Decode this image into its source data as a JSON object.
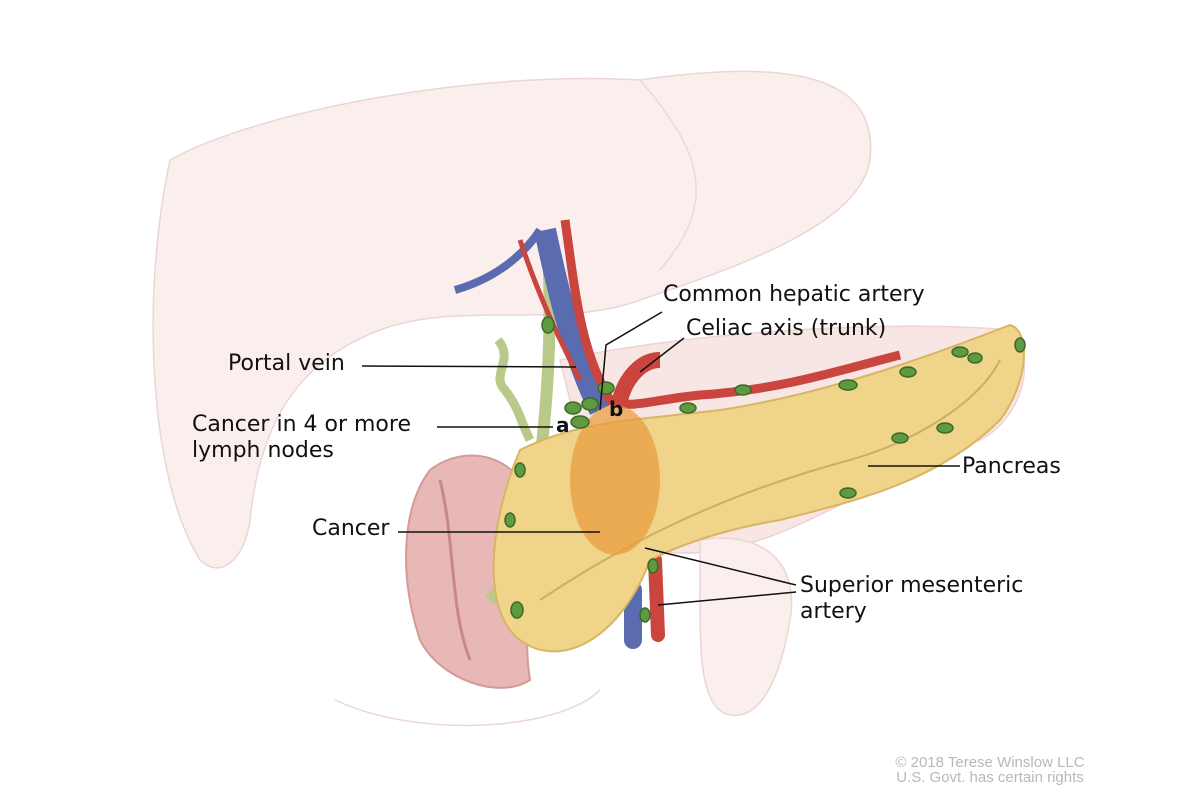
{
  "labels": {
    "common_hepatic_artery": "Common hepatic artery",
    "celiac_axis": "Celiac axis (trunk)",
    "portal_vein": "Portal vein",
    "lymph_nodes_line1": "Cancer in 4 or more",
    "lymph_nodes_line2": "lymph nodes",
    "pancreas": "Pancreas",
    "cancer": "Cancer",
    "sma_line1": "Superior mesenteric",
    "sma_line2": "artery",
    "marker_a": "a",
    "marker_b": "b"
  },
  "copyright": {
    "line1": "© 2018 Terese Winslow LLC",
    "line2": "U.S. Govt. has certain rights"
  },
  "colors": {
    "organ": "#f7e4e2",
    "pancreas": "#f0d48a",
    "artery": "#c9453d",
    "vein": "#5a6bb0",
    "bile_duct": "#b9c98a",
    "lymph_node": "#4f8a3a",
    "cancer": "#e89a3c"
  }
}
